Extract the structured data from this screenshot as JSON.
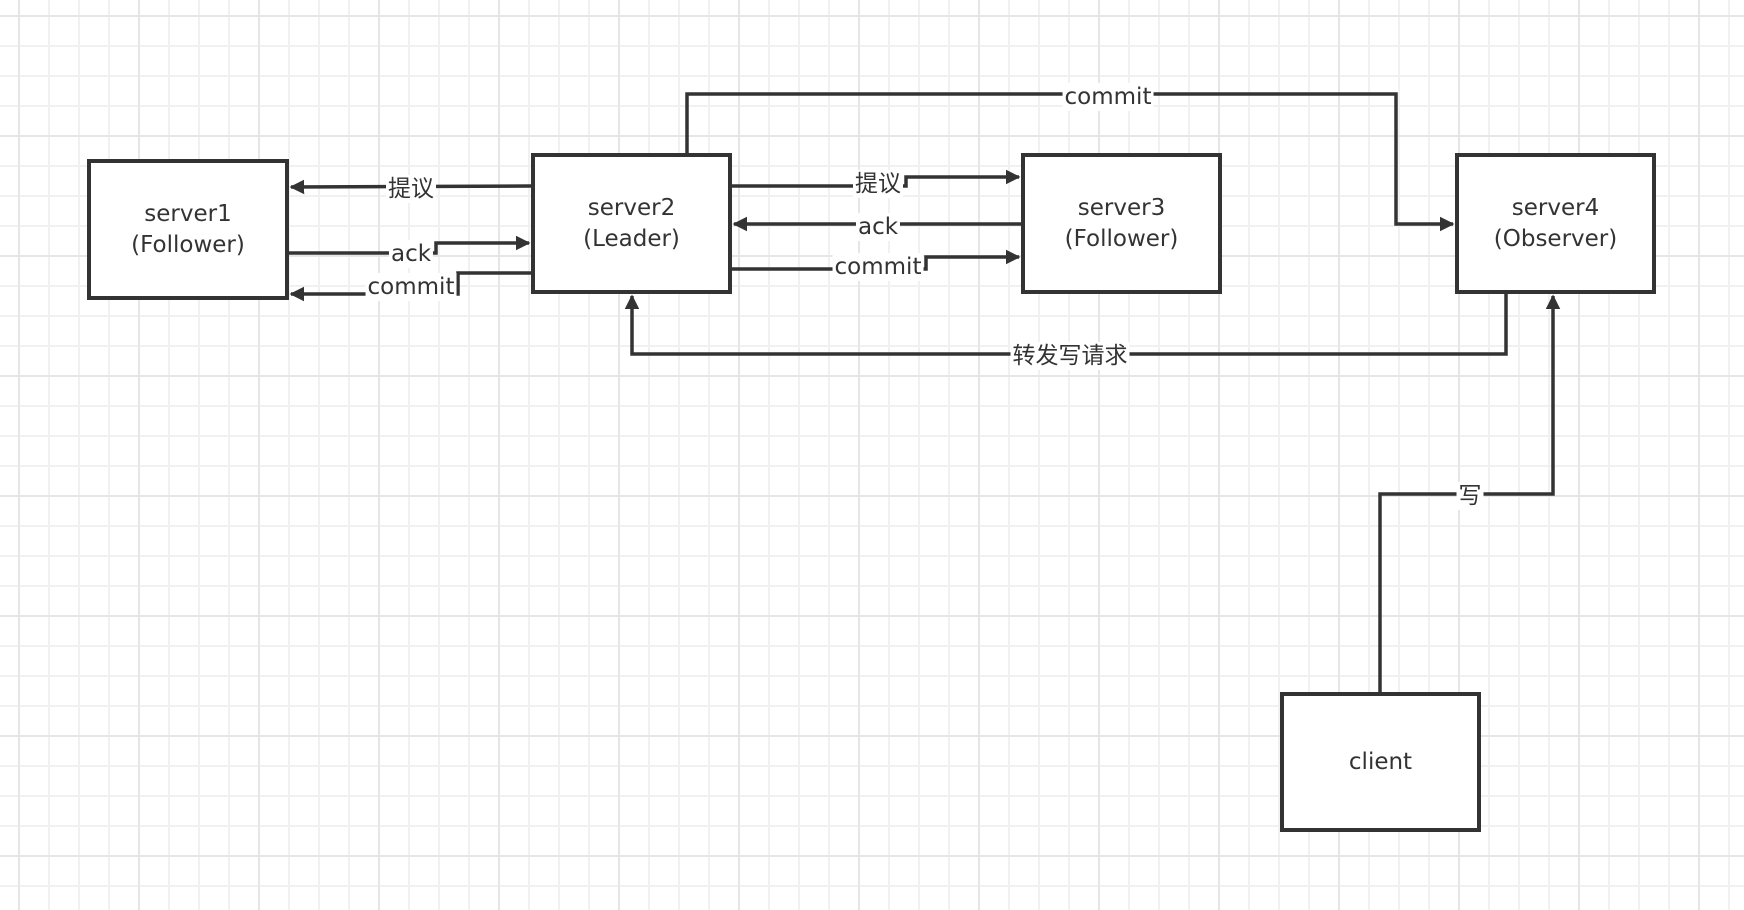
{
  "diagram": {
    "nodes": {
      "server1": {
        "name": "server1",
        "role": "(Follower)"
      },
      "server2": {
        "name": "server2",
        "role": "(Leader)"
      },
      "server3": {
        "name": "server3",
        "role": "(Follower)"
      },
      "server4": {
        "name": "server4",
        "role": "(Observer)"
      },
      "client": {
        "name": "client"
      }
    },
    "edges": {
      "s2_s1_proposal": {
        "from": "server2",
        "to": "server1",
        "label": "提议"
      },
      "s1_s2_ack": {
        "from": "server1",
        "to": "server2",
        "label": "ack"
      },
      "s2_s1_commit": {
        "from": "server2",
        "to": "server1",
        "label": "commit"
      },
      "s2_s3_proposal": {
        "from": "server2",
        "to": "server3",
        "label": "提议"
      },
      "s3_s2_ack": {
        "from": "server3",
        "to": "server2",
        "label": "ack"
      },
      "s2_s3_commit": {
        "from": "server2",
        "to": "server3",
        "label": "commit"
      },
      "s2_s4_commit": {
        "from": "server2",
        "to": "server4",
        "label": "commit"
      },
      "s4_s2_forward": {
        "from": "server4",
        "to": "server2",
        "label": "转发写请求"
      },
      "client_s4_write": {
        "from": "client",
        "to": "server4",
        "label": "写"
      }
    },
    "colors": {
      "stroke": "#333333",
      "grid_minor": "#f1f1f1",
      "grid_major": "#e6e6e6",
      "background": "#ffffff"
    }
  }
}
